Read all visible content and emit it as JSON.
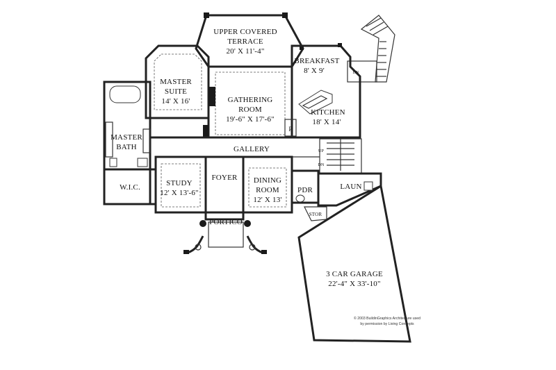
{
  "rooms": {
    "upper_terrace": {
      "name1": "UPPER COVERED",
      "name2": "TERRACE",
      "dims": "20' X 11'-4\""
    },
    "breakfast": {
      "name": "BREAKFAST",
      "dims": "8' X 9'"
    },
    "master_suite": {
      "name1": "MASTER",
      "name2": "SUITE",
      "dims": "14' X 16'"
    },
    "gathering": {
      "name1": "GATHERING",
      "name2": "ROOM",
      "dims": "19'-6\" X 17'-6\""
    },
    "kitchen": {
      "name": "KITCHEN",
      "dims": "18' X 14'"
    },
    "master_bath": {
      "name1": "MASTER",
      "name2": "BATH"
    },
    "gallery": {
      "name": "GALLERY"
    },
    "study": {
      "name": "STUDY",
      "dims": "12' X 13'-6\""
    },
    "foyer": {
      "name": "FOYER"
    },
    "dining": {
      "name1": "DINING",
      "name2": "ROOM",
      "dims": "12' X 13'"
    },
    "pdr": {
      "name": "PDR"
    },
    "laun": {
      "name": "LAUN"
    },
    "wic": {
      "name": "W.I.C."
    },
    "stor": {
      "name": "STOR"
    },
    "portico": {
      "name": "PORTICO"
    },
    "garage": {
      "name": "3 CAR GARAGE",
      "dims": "22'-4\" X 33'-10\""
    }
  },
  "marks": {
    "dn_top": "DN",
    "up": "UP",
    "dn_stair": "DN",
    "pantry": "P"
  },
  "credit": {
    "line1": "© 2003 BuildinGraphics Architecture used",
    "line2": "by permission by Living Concepts"
  }
}
